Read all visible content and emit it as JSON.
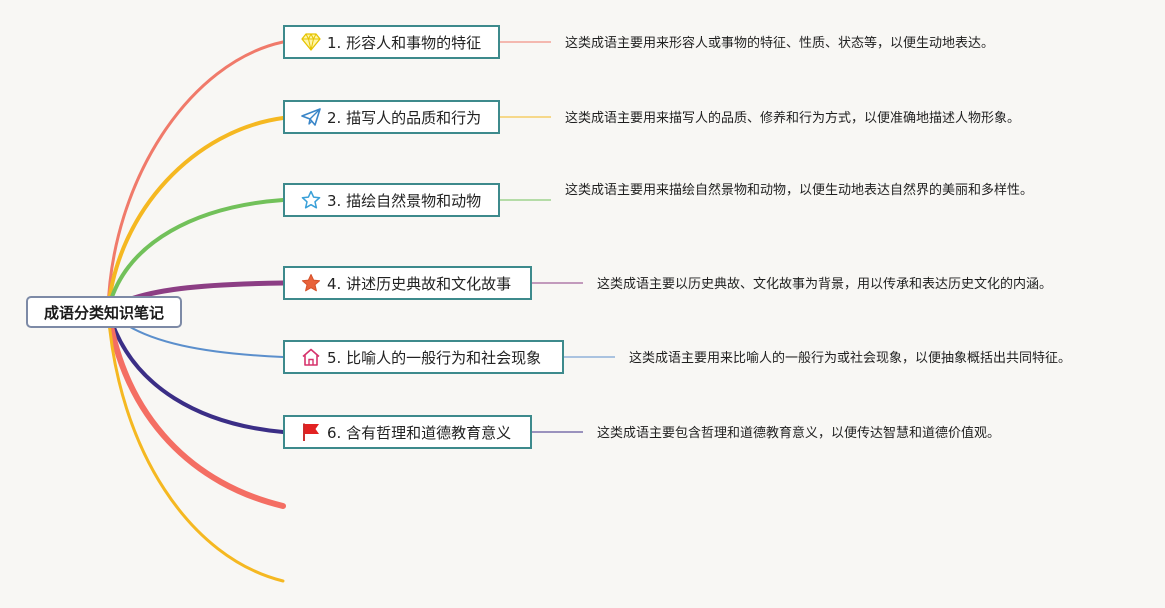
{
  "root": {
    "title": "成语分类知识笔记"
  },
  "colors": {
    "branch_1": "#f07a6a",
    "branch_2": "#f5b821",
    "branch_3": "#72c15a",
    "branch_4": "#8c3e84",
    "branch_5": "#5b8fcc",
    "branch_6": "#3b2e86",
    "branch_7": "#f46e63",
    "branch_8": "#f5b821",
    "topic_border": "#3d8a8c"
  },
  "topics": [
    {
      "label": "1. 形容人和事物的特征",
      "icon": "diamond-icon",
      "note": "这类成语主要用来形容人或事物的特征、性质、状态等，以便生动地表达。"
    },
    {
      "label": "2. 描写人的品质和行为",
      "icon": "paper-plane-icon",
      "note": "这类成语主要用来描写人的品质、修养和行为方式，以便准确地描述人物形象。"
    },
    {
      "label": "3. 描绘自然景物和动物",
      "icon": "star-outline-icon",
      "note": "这类成语主要用来描绘自然景物和动物，以便生动地表达自然界的美丽和多样性。"
    },
    {
      "label": "4. 讲述历史典故和文化故事",
      "icon": "star-filled-icon",
      "note": "这类成语主要以历史典故、文化故事为背景，用以传承和表达历史文化的内涵。"
    },
    {
      "label": "5. 比喻人的一般行为和社会现象",
      "icon": "home-icon",
      "note": "这类成语主要用来比喻人的一般行为或社会现象，以便抽象概括出共同特征。"
    },
    {
      "label": "6. 含有哲理和道德教育意义",
      "icon": "flag-icon",
      "note": "这类成语主要包含哲理和道德教育意义，以便传达智慧和道德价值观。"
    }
  ]
}
